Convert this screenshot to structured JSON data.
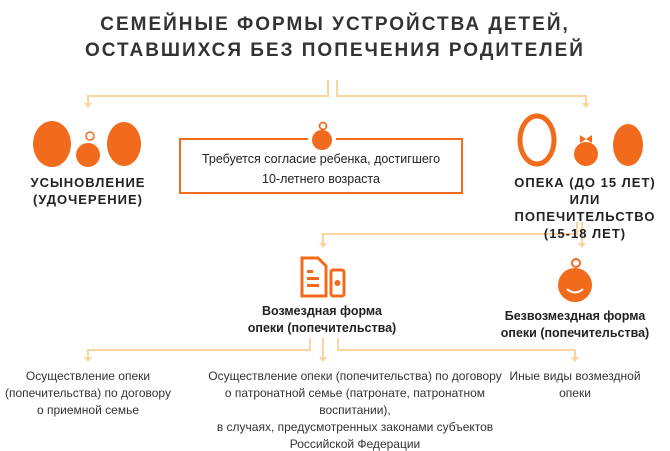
{
  "title": {
    "line1": "СЕМЕЙНЫЕ ФОРМЫ УСТРОЙСТВА ДЕТЕЙ,",
    "line2": "ОСТАВШИХСЯ БЕЗ ПОПЕЧЕНИЯ РОДИТЕЛЕЙ"
  },
  "adoption": {
    "line1": "УСЫНОВЛЕНИЕ",
    "line2": "(УДОЧЕРЕНИЕ)"
  },
  "consent": {
    "line1": "Требуется согласие ребенка, достигшего",
    "line2": "10-летнего возраста"
  },
  "guardianship": {
    "line1": "ОПЕКА (ДО 15 ЛЕТ)",
    "line2": "ИЛИ ПОПЕЧИТЕЛЬСТВО",
    "line3": "(15-18 ЛЕТ)"
  },
  "paid": {
    "line1": "Возмездная форма",
    "line2": "опеки (попечительства)"
  },
  "free": {
    "line1": "Безвозмездная форма",
    "line2": "опеки (попечительства)"
  },
  "bottom": {
    "left": {
      "line1": "Осуществление опеки",
      "line2": "(попечительства) по договору",
      "line3": "о приемной семье"
    },
    "middle": {
      "line1": "Осуществление опеки (попечительства) по договору",
      "line2": "о патронатной семье (патронате, патронатном воспитании),",
      "line3": "в случаях, предусмотренных законами субъектов",
      "line4": "Российской Федерации"
    },
    "right": {
      "line1": "Иные виды возмездной",
      "line2": "опеки"
    }
  },
  "colors": {
    "accent": "#f26b1d",
    "connector": "#fcd4a0"
  }
}
